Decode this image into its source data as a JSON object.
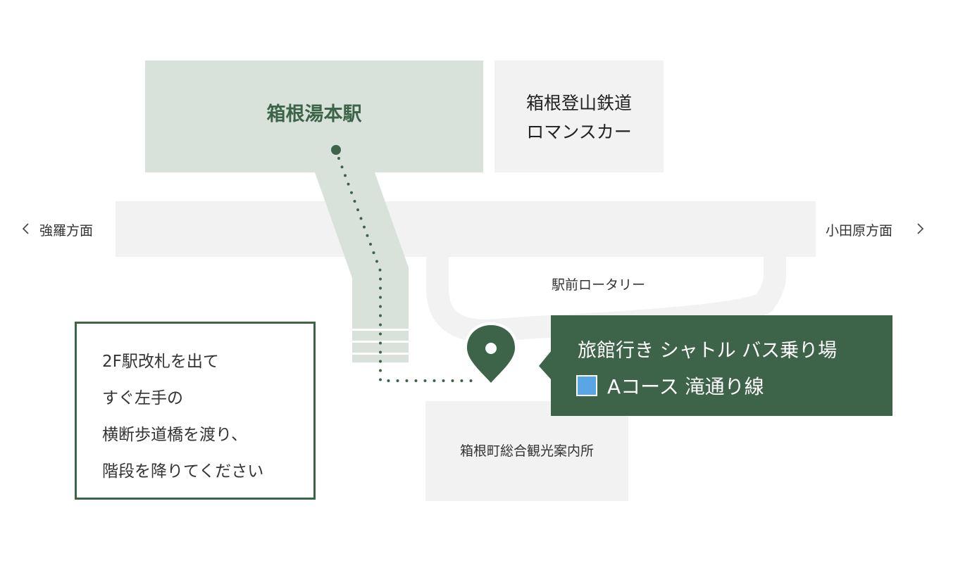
{
  "station": {
    "name": "箱根湯本駅"
  },
  "railway": {
    "line1": "箱根登山鉄道",
    "line2": "ロマンスカー"
  },
  "directions": {
    "left": "強羅方面",
    "right": "小田原方面"
  },
  "rotary": {
    "label": "駅前ロータリー"
  },
  "info_center": {
    "label": "箱根町総合観光案内所"
  },
  "guide": {
    "lines": [
      "2F駅改札を出て",
      "すぐ左手の",
      "横断歩道橋を渡り、",
      "階段を降りてください"
    ]
  },
  "callout": {
    "title": "旅館行き シャトル バス乗り場",
    "course": "Aコース 滝通り線",
    "course_color": "#5aa5e6"
  },
  "colors": {
    "accent": "#3d6349",
    "station_fill": "#d8e2da",
    "block_fill": "#f2f2f2"
  }
}
